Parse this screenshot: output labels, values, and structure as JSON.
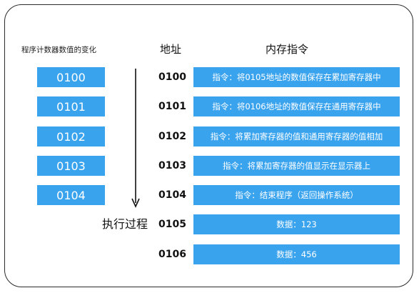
{
  "pc_title": "程序计数器数值的变化",
  "address_title": "地址",
  "memory_title": "内存指令",
  "exec_label": "执行过程",
  "pc_values": [
    "0100",
    "0101",
    "0102",
    "0103",
    "0104"
  ],
  "memory_rows": [
    {
      "address": "0100",
      "content": "指令：将0105地址的数值保存在累加寄存器中"
    },
    {
      "address": "0101",
      "content": "指令：将0106地址的数值保存在通用寄存器中"
    },
    {
      "address": "0102",
      "content": "指令：将累加寄存器的值和通用寄存器的值相加"
    },
    {
      "address": "0103",
      "content": "指令：将累加寄存器的值显示在显示器上"
    },
    {
      "address": "0104",
      "content": "指令：结束程序（返回操作系统）"
    },
    {
      "address": "0105",
      "content": "数据：123"
    },
    {
      "address": "0106",
      "content": "数据：456"
    }
  ],
  "colors": {
    "box": "#3aa3ee",
    "arrow": "#111111",
    "border": "#2b2b2b"
  }
}
